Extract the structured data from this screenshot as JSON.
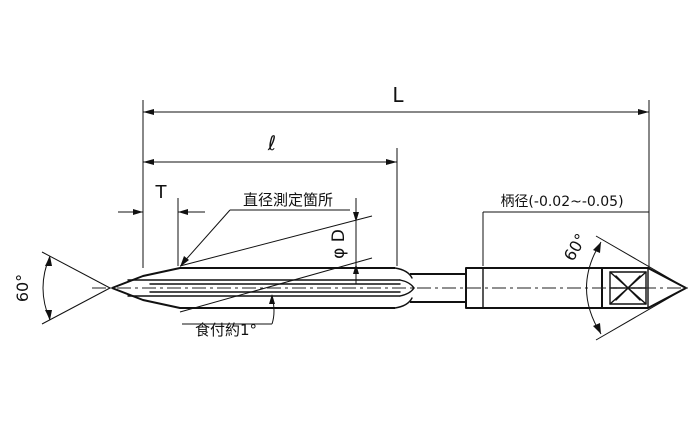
{
  "labels": {
    "overall_length": "L",
    "flute_length": "ℓ",
    "taper_length": "T",
    "measure_point": "直径測定箇所",
    "diameter": "φ D",
    "shank_diameter": "柄径(-0.02~-0.05)",
    "chamfer_angle": "食付約1°",
    "left_center_angle": "60°",
    "right_center_angle": "60°"
  }
}
